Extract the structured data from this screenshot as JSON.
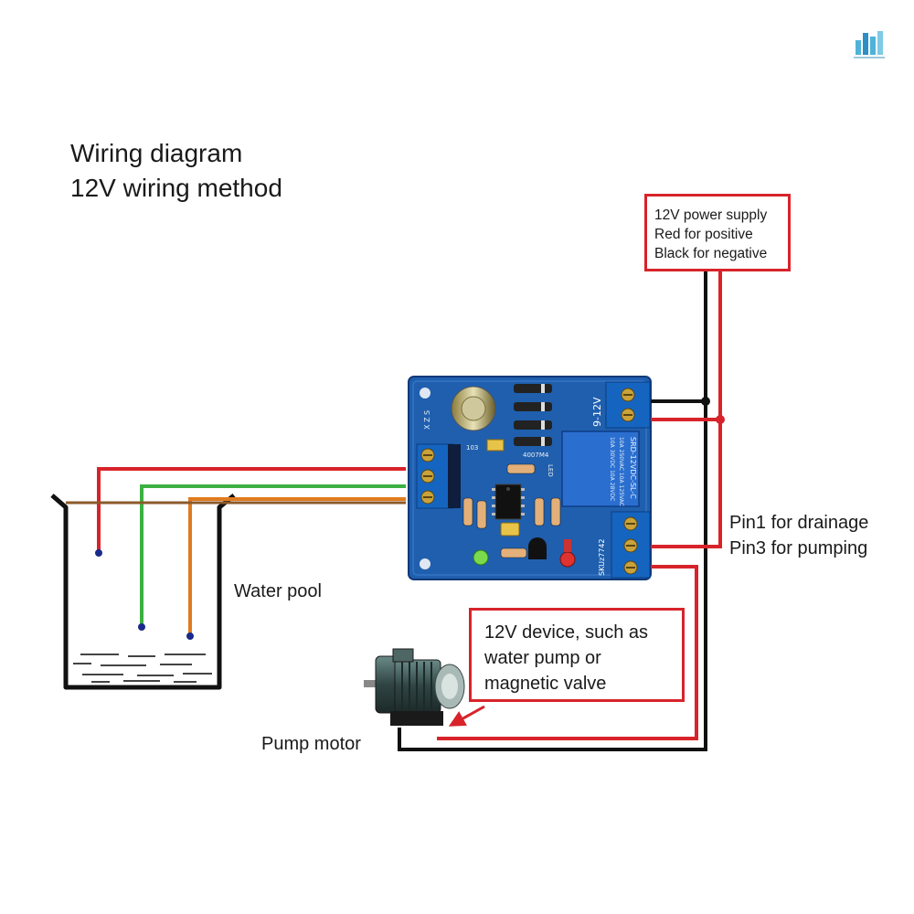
{
  "title": {
    "line1": "Wiring diagram",
    "line2": "12V wiring method"
  },
  "power_supply_box": {
    "line1": "12V power supply",
    "line2": "Red for positive",
    "line3": "Black for negative"
  },
  "pin_note": {
    "line1": "Pin1 for drainage",
    "line2": "Pin3 for pumping"
  },
  "water_pool_label": "Water pool",
  "device_box": {
    "line1": "12V device, such as",
    "line2": "water pump or",
    "line3": "magnetic valve"
  },
  "pump_motor_label": "Pump motor",
  "board": {
    "power_terminal_label": "9-12V",
    "relay_label": "SRD-12VDC-SL-C",
    "relay_rating": "10A 250VAC 10A 125VAC",
    "relay_rating2": "10A 30VDC 10A 28VDC",
    "chip_label": "4007M4",
    "terminal_code": "SKUz7742",
    "board_mark": "X Z S",
    "resistor_code": "103",
    "led_label": "LED"
  },
  "colors": {
    "wire_red": "#d8232a",
    "wire_black": "#111111",
    "wire_green": "#3cb043",
    "wire_orange": "#e07b1f",
    "wire_brown": "#8b5a2b",
    "box_border": "#d8232a",
    "board_blue": "#1f5fae",
    "terminal_blue": "#1565c0"
  },
  "icons": {
    "logo": "building-logo-icon",
    "motor": "pump-motor-icon",
    "board": "controller-board-icon",
    "pool": "water-pool-icon"
  }
}
